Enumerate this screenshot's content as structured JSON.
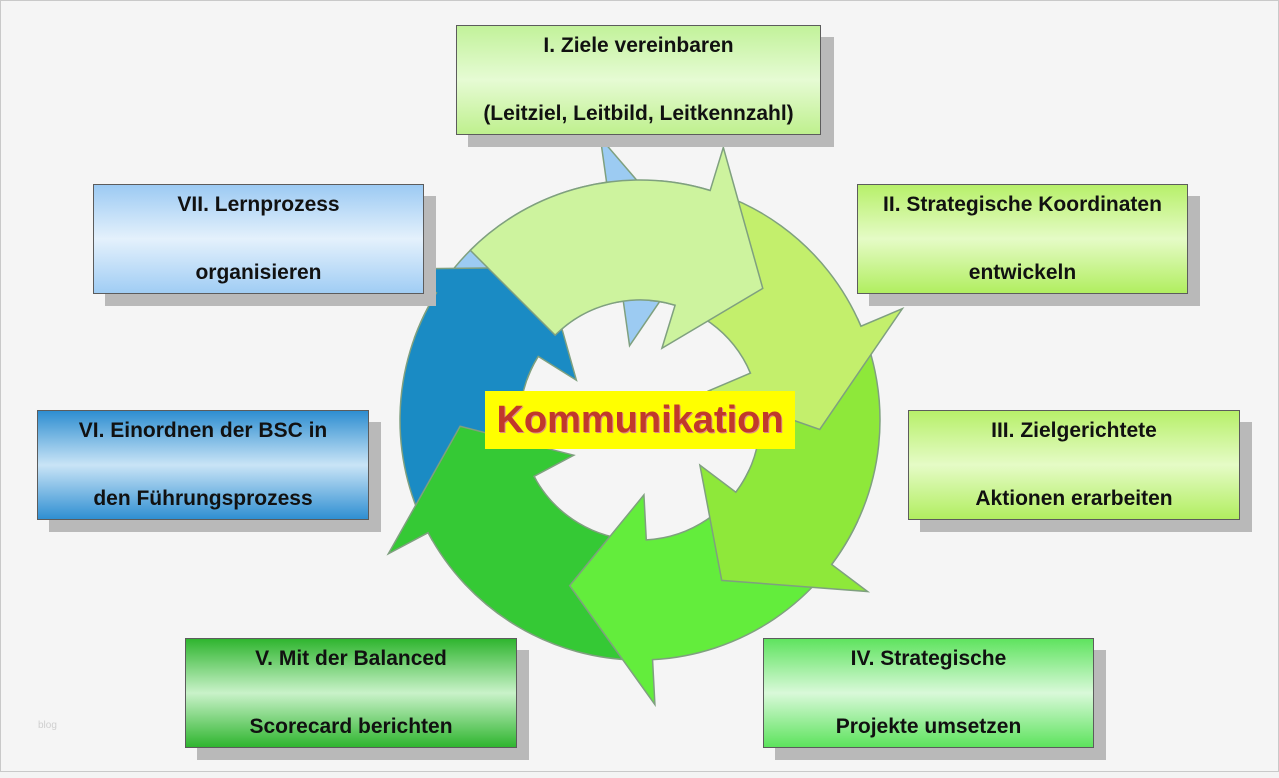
{
  "center": "Kommunikation",
  "steps": [
    {
      "line1": "I. Ziele vereinbaren",
      "line2": "(Leitziel, Leitbild,  Leitkennzahl)"
    },
    {
      "line1": "II. Strategische Koordinaten",
      "line2": "entwickeln"
    },
    {
      "line1": "III. Zielgerichtete",
      "line2": "Aktionen erarbeiten"
    },
    {
      "line1": "IV. Strategische",
      "line2": "Projekte umsetzen"
    },
    {
      "line1": "V. Mit der Balanced",
      "line2": "Scorecard berichten"
    },
    {
      "line1": "VI. Einordnen  der BSC in",
      "line2": "den Führungsprozess"
    },
    {
      "line1": "VII. Lernprozess",
      "line2": "organisieren"
    }
  ],
  "watermark": "blog",
  "colors": {
    "arrow_1": "#cdf39e",
    "arrow_2": "#c3ef6c",
    "arrow_3": "#8ee83a",
    "arrow_4": "#63ed3c",
    "arrow_5": "#35c935",
    "arrow_6": "#1a8bc4",
    "arrow_7": "#9ccbf2",
    "center_bg": "#ffff00",
    "center_text": "#c0392b"
  }
}
